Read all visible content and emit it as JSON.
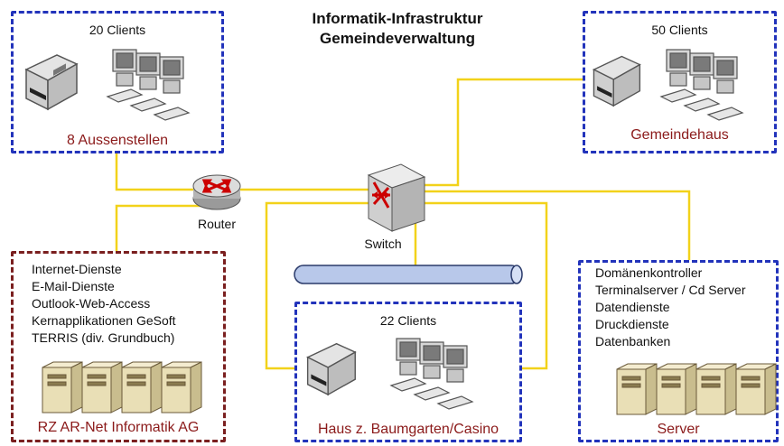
{
  "title": [
    "Informatik-Infrastruktur",
    "Gemeindeverwaltung"
  ],
  "sites": {
    "aussenstellen": {
      "clients": "20 Clients",
      "label": "8 Aussenstellen"
    },
    "gemeindehaus": {
      "clients": "50 Clients",
      "label": "Gemeindehaus"
    },
    "baumgarten": {
      "clients": "22 Clients",
      "label": "Haus z. Baumgarten/Casino"
    },
    "rz": {
      "label": "RZ AR-Net Informatik AG",
      "services": [
        "Internet-Dienste",
        "E-Mail-Dienste",
        "Outlook-Web-Access",
        "Kernapplikationen GeSoft",
        "TERRIS (div. Grundbuch)"
      ]
    },
    "server": {
      "label": "Server",
      "services": [
        "Domänenkontroller",
        "Terminalserver / Cd Server",
        "Datendienste",
        "Druckdienste",
        "Datenbanken"
      ]
    }
  },
  "devices": {
    "router": "Router",
    "switch": "Switch"
  },
  "colors": {
    "link": "#f2d21a",
    "site_border": "#2233bb",
    "datacenter_border": "#7a1f1f",
    "site_label": "#8b1a1a",
    "backbone": "#b8c8ea"
  },
  "icons": [
    "printer-icon",
    "workstation-icon",
    "router-icon",
    "switch-icon",
    "server-tower-icon",
    "backbone-bus-icon"
  ]
}
